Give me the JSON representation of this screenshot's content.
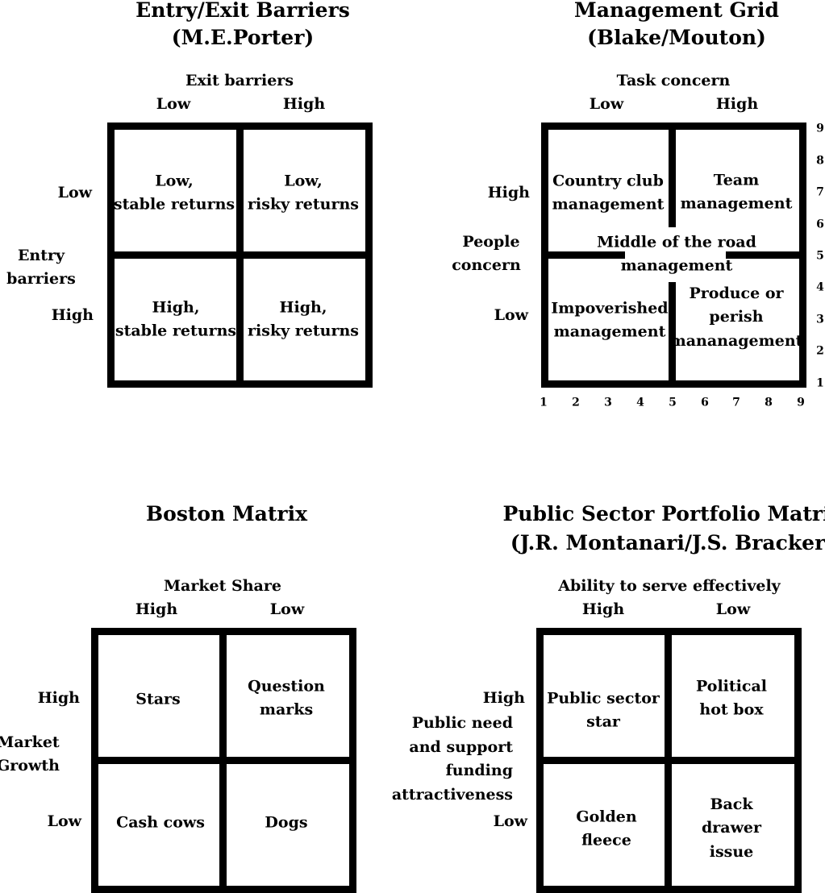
{
  "porter": {
    "title_line1": "Entry/Exit Barriers",
    "title_line2": "(M.E.Porter)",
    "col_axis": "Exit barriers",
    "col_low": "Low",
    "col_high": "High",
    "row_axis_line1": "Entry",
    "row_axis_line2": "barriers",
    "row_low": "Low",
    "row_high": "High",
    "cells": [
      {
        "line1": "Low,",
        "line2": "stable returns"
      },
      {
        "line1": "Low,",
        "line2": "risky returns"
      },
      {
        "line1": "High,",
        "line2": "stable returns"
      },
      {
        "line1": "High,",
        "line2": "risky returns"
      }
    ]
  },
  "grid": {
    "title_line1": "Management Grid",
    "title_line2": "(Blake/Mouton)",
    "col_axis": "Task concern",
    "col_low": "Low",
    "col_high": "High",
    "row_axis_line1": "People",
    "row_axis_line2": "concern",
    "row_high": "High",
    "row_low": "Low",
    "cells": [
      {
        "line1": "Country club",
        "line2": "management"
      },
      {
        "line1": "Team",
        "line2": "management"
      },
      {
        "line1": "Middle of the road",
        "line2": "management"
      },
      {
        "line1": "Impoverished",
        "line2": "management"
      },
      {
        "line1": "Produce or",
        "line2": "perish",
        "line3": "mananagement"
      }
    ],
    "x_ticks": [
      "1",
      "2",
      "3",
      "4",
      "5",
      "6",
      "7",
      "8",
      "9"
    ],
    "y_ticks": [
      "9",
      "8",
      "7",
      "6",
      "5",
      "4",
      "3",
      "2",
      "1"
    ]
  },
  "boston": {
    "title": "Boston Matrix",
    "col_axis": "Market Share",
    "col_high": "High",
    "col_low": "Low",
    "row_axis_line1": "Market",
    "row_axis_line2": "Growth",
    "row_high": "High",
    "row_low": "Low",
    "cells": [
      {
        "line1": "Stars"
      },
      {
        "line1": "Question",
        "line2": "marks"
      },
      {
        "line1": "Cash cows"
      },
      {
        "line1": "Dogs"
      }
    ]
  },
  "public": {
    "title_line1": "Public Sector Portfolio Matrix",
    "title_line2": "(J.R. Montanari/J.S. Bracker)",
    "col_axis": "Ability to serve effectively",
    "col_high": "High",
    "col_low": "Low",
    "row_axis_line1": "Public need",
    "row_axis_line2": "and support",
    "row_axis_line3": "funding",
    "row_axis_line4": "attractiveness",
    "row_high": "High",
    "row_low": "Low",
    "cells": [
      {
        "line1": "Public sector",
        "line2": "star"
      },
      {
        "line1": "Political",
        "line2": "hot box"
      },
      {
        "line1": "Golden",
        "line2": "fleece"
      },
      {
        "line1": "Back",
        "line2": "drawer",
        "line3": "issue"
      }
    ]
  }
}
